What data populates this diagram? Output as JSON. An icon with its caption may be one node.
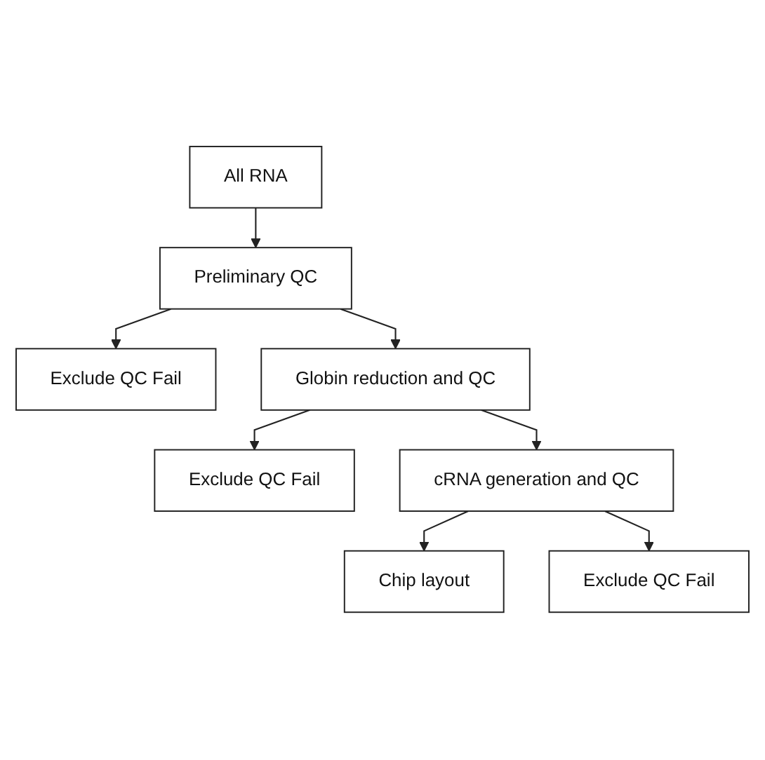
{
  "diagram": {
    "nodes": [
      {
        "text": [
          "All RNA"
        ]
      },
      {
        "text": [
          "Preliminary QC"
        ]
      },
      {
        "text": [
          "Exclude QC Fail"
        ]
      },
      {
        "text": [
          "Globin reduction and QC"
        ]
      },
      {
        "text": [
          "Exclude QC Fail"
        ]
      },
      {
        "text": [
          "cRNA generation and QC"
        ]
      },
      {
        "text": [
          "Exclude QC Fail"
        ]
      },
      {
        "text": [
          "Chip layout"
        ]
      }
    ],
    "edges": [
      {
        "from": 0,
        "to": 1,
        "arrow": "to"
      },
      {
        "from": 1,
        "to": 3,
        "arrow": "to"
      },
      {
        "from": 1,
        "to": 2,
        "arrow": "to"
      },
      {
        "from": 3,
        "to": 5,
        "arrow": "to"
      },
      {
        "from": 3,
        "to": 4,
        "arrow": "to"
      },
      {
        "from": 5,
        "to": 7,
        "arrow": "to"
      },
      {
        "from": 5,
        "to": 6,
        "arrow": "to"
      }
    ]
  }
}
